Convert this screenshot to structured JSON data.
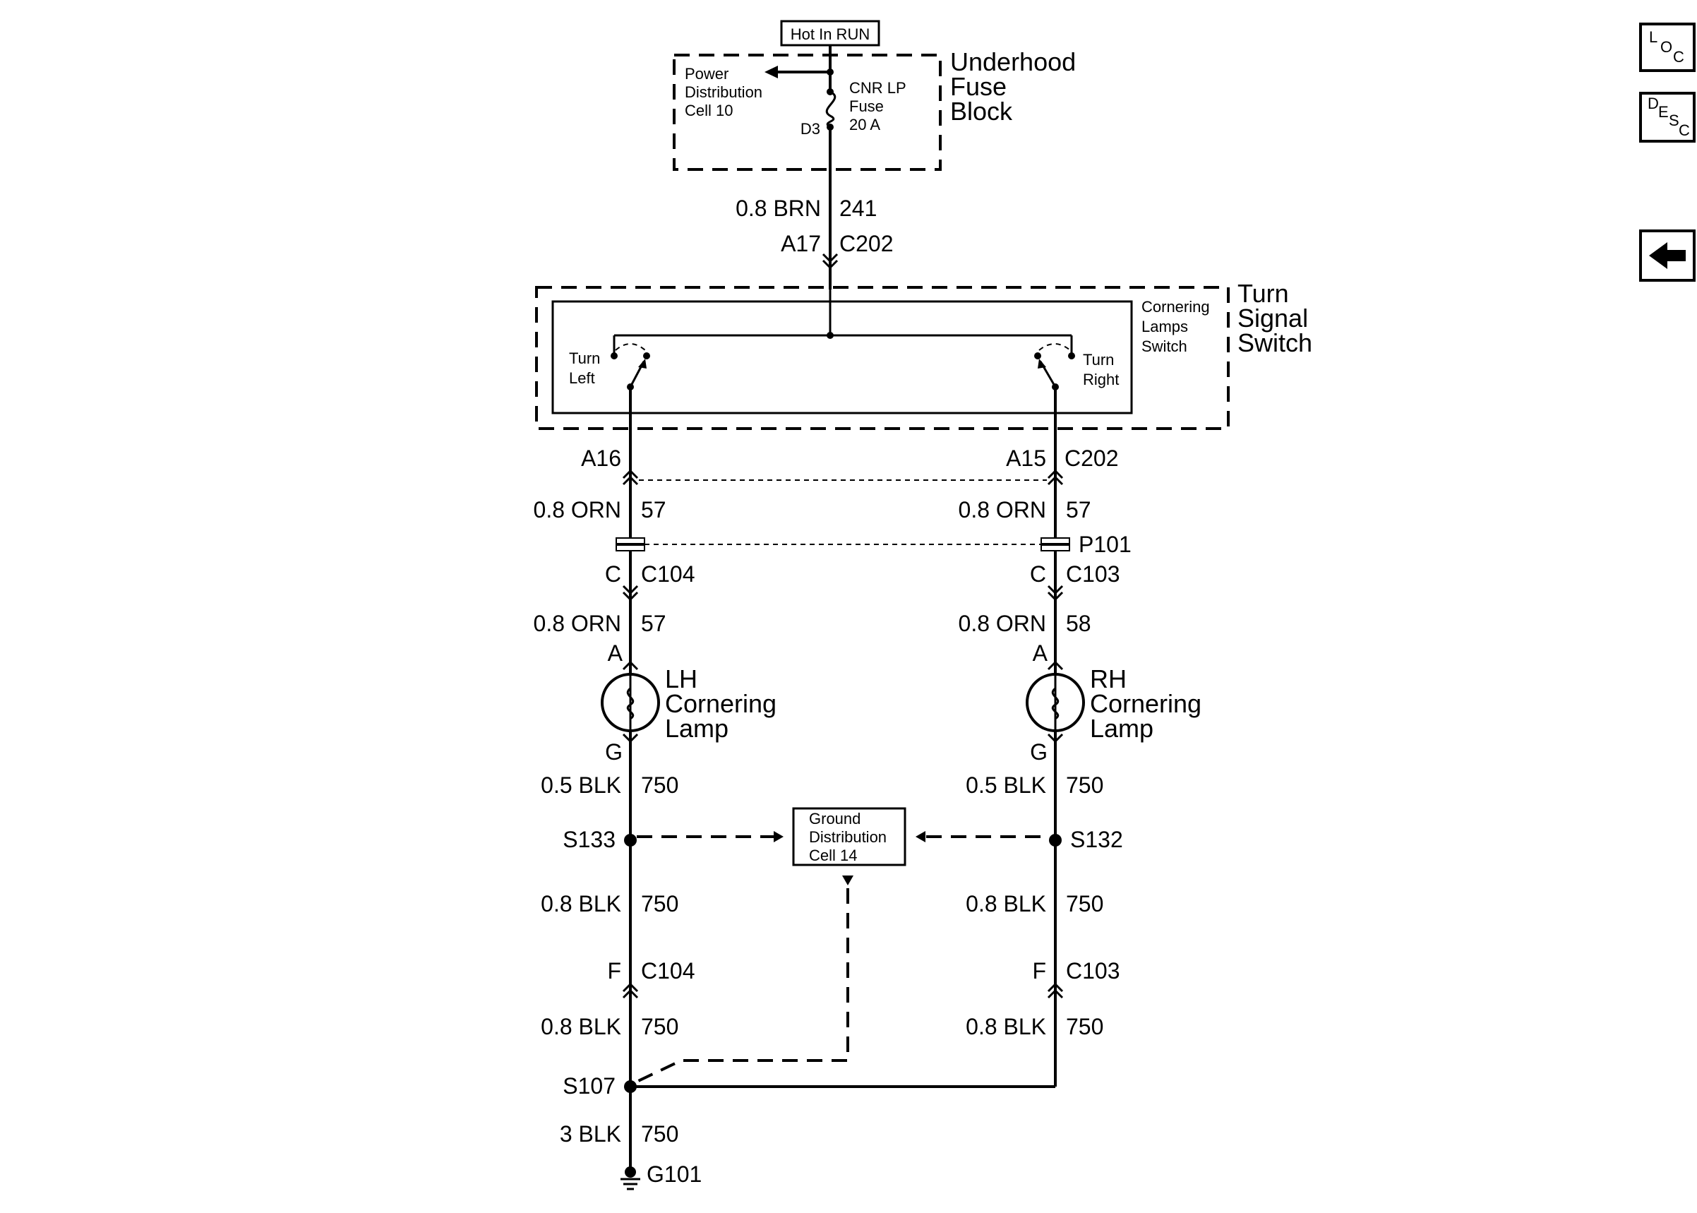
{
  "supply": {
    "hot_label": "Hot In RUN",
    "fuse_block_title": [
      "Underhood",
      "Fuse",
      "Block"
    ],
    "power_dist": [
      "Power",
      "Distribution",
      "Cell 10"
    ],
    "fuse": [
      "CNR LP",
      "Fuse",
      "20 A"
    ],
    "fuse_terminal": "D3"
  },
  "feed_wire": {
    "size_color": "0.8 BRN",
    "circuit": "241",
    "pin": "A17",
    "connector": "C202"
  },
  "switch": {
    "title": [
      "Turn",
      "Signal",
      "Switch"
    ],
    "inner": [
      "Cornering",
      "Lamps",
      "Switch"
    ],
    "left_label": [
      "Turn",
      "Left"
    ],
    "right_label": [
      "Turn",
      "Right"
    ]
  },
  "left_branch": {
    "pin_a16": "A16",
    "wire1": {
      "size_color": "0.8 ORN",
      "circuit": "57"
    },
    "conn_c": {
      "pin": "C",
      "connector": "C104"
    },
    "wire2": {
      "size_color": "0.8 ORN",
      "circuit": "57"
    },
    "lamp_pin_a": "A",
    "lamp": [
      "LH",
      "Cornering",
      "Lamp"
    ],
    "lamp_pin_g": "G",
    "wire3": {
      "size_color": "0.5 BLK",
      "circuit": "750"
    },
    "splice": "S133",
    "wire4": {
      "size_color": "0.8 BLK",
      "circuit": "750"
    },
    "conn_f": {
      "pin": "F",
      "connector": "C104"
    },
    "wire5": {
      "size_color": "0.8 BLK",
      "circuit": "750"
    },
    "splice_s107": "S107",
    "ground_wire": {
      "size_color": "3 BLK",
      "circuit": "750"
    },
    "ground": "G101"
  },
  "right_branch": {
    "pin_a15": "A15",
    "connector_top": "C202",
    "wire1": {
      "size_color": "0.8 ORN",
      "circuit": "57"
    },
    "p101": "P101",
    "conn_c": {
      "pin": "C",
      "connector": "C103"
    },
    "wire2": {
      "size_color": "0.8 ORN",
      "circuit": "58"
    },
    "lamp_pin_a": "A",
    "lamp": [
      "RH",
      "Cornering",
      "Lamp"
    ],
    "lamp_pin_g": "G",
    "wire3": {
      "size_color": "0.5 BLK",
      "circuit": "750"
    },
    "splice": "S132",
    "wire4": {
      "size_color": "0.8 BLK",
      "circuit": "750"
    },
    "conn_f": {
      "pin": "F",
      "connector": "C103"
    },
    "wire5": {
      "size_color": "0.8 BLK",
      "circuit": "750"
    }
  },
  "ground_dist": [
    "Ground",
    "Distribution",
    "Cell 14"
  ],
  "nav": {
    "loc": [
      "L",
      "O",
      "C"
    ],
    "desc": [
      "D",
      "E",
      "S",
      "C"
    ],
    "back_icon": "left-arrow-icon"
  }
}
